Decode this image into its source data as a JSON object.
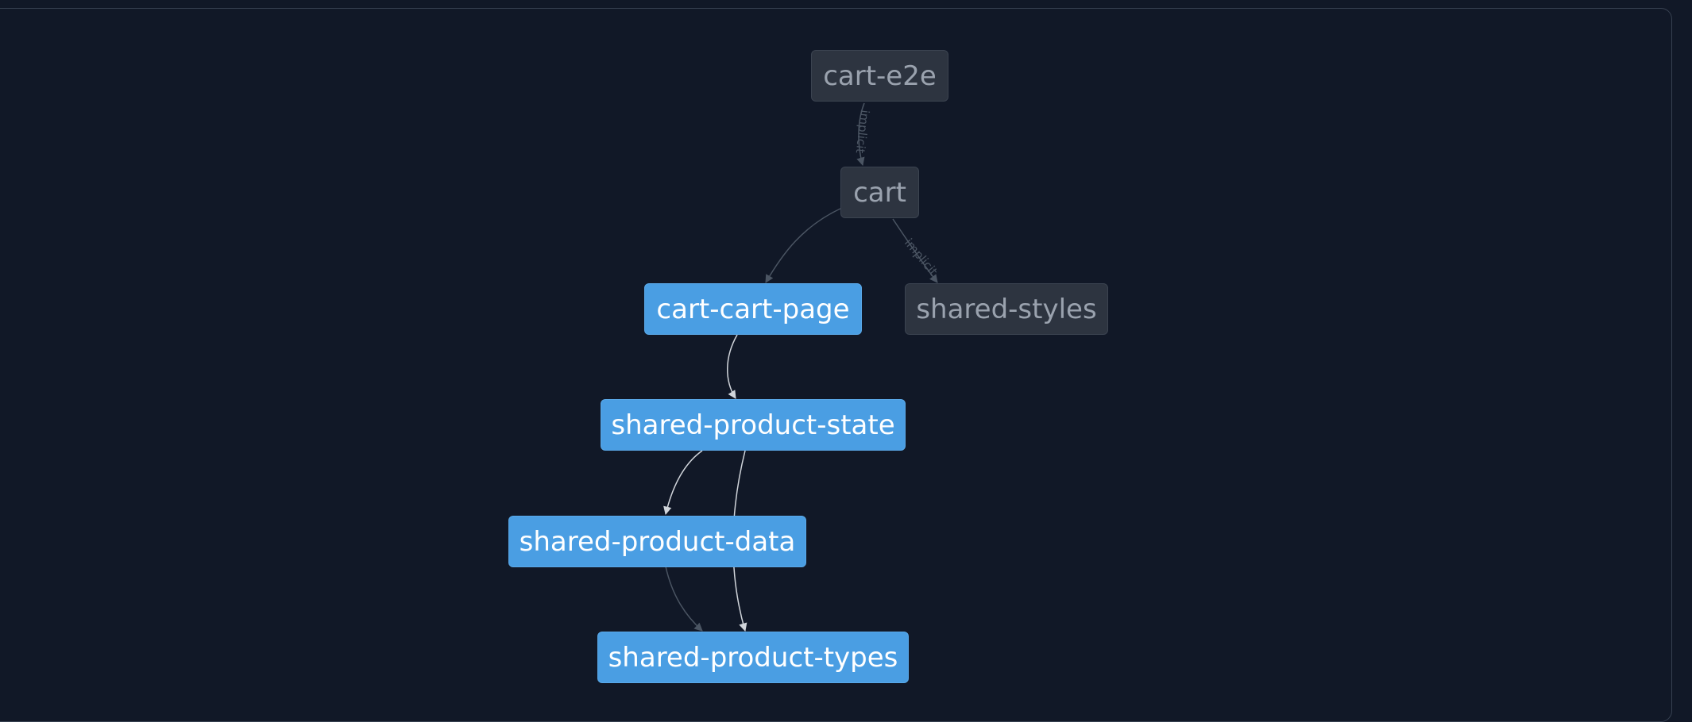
{
  "graph": {
    "nodes": [
      {
        "id": "cart-e2e",
        "label": "cart-e2e",
        "state": "dim"
      },
      {
        "id": "cart",
        "label": "cart",
        "state": "dim"
      },
      {
        "id": "cart-cart-page",
        "label": "cart-cart-page",
        "state": "active"
      },
      {
        "id": "shared-styles",
        "label": "shared-styles",
        "state": "dim"
      },
      {
        "id": "shared-product-state",
        "label": "shared-product-state",
        "state": "active"
      },
      {
        "id": "shared-product-data",
        "label": "shared-product-data",
        "state": "active"
      },
      {
        "id": "shared-product-types",
        "label": "shared-product-types",
        "state": "active"
      }
    ],
    "edges": [
      {
        "from": "cart-e2e",
        "to": "cart",
        "label": "implicit"
      },
      {
        "from": "cart",
        "to": "shared-styles",
        "label": "implicit"
      },
      {
        "from": "cart",
        "to": "cart-cart-page",
        "label": ""
      },
      {
        "from": "cart-cart-page",
        "to": "shared-product-state",
        "label": ""
      },
      {
        "from": "shared-product-state",
        "to": "shared-product-data",
        "label": ""
      },
      {
        "from": "shared-product-state",
        "to": "shared-product-types",
        "label": ""
      },
      {
        "from": "shared-product-data",
        "to": "shared-product-types",
        "label": ""
      }
    ],
    "colors": {
      "background": "#111827",
      "active_node": "#4a9ee3",
      "dim_node": "#2d3440",
      "active_edge": "#d1d5db",
      "dim_edge": "#4b5563"
    }
  }
}
